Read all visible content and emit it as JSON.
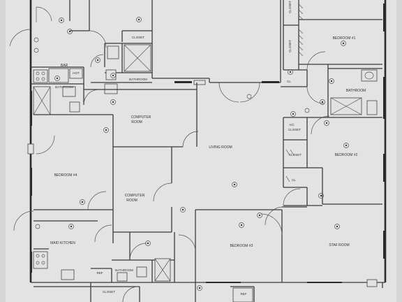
{
  "colors": {
    "paper": "#d4d4d4",
    "sheet": "#e4e4e4",
    "wall": "#3a3a3a",
    "label": "#333333"
  },
  "rooms": {
    "closet_top": "CLOSET",
    "closet_left_1": "CLOSET",
    "closet_left_2": "CLOSET",
    "bedroom_1": "BEDROOM #1",
    "cl_upper": "CL",
    "bathroom_right": "BATHROOM",
    "ac_closet_line1": "A/C",
    "ac_closet_line2": "CLOSET",
    "closet_right": "CLOSET",
    "cl_lower": "CL",
    "bedroom_2": "BEDROOM #2",
    "staff_room": "STAF ROOM",
    "bar": "BAR",
    "hot_1": "HOT",
    "bathroom_center": "BATHROOM",
    "bathroom_left": "BATHROOM",
    "computer_room_1_line1": "COMPUTER",
    "computer_room_1_line2": "ROOM",
    "living_room": "LIVING ROOM",
    "bedroom_4": "BEDROOM #4",
    "computer_room_2_line1": "COMPUTER",
    "computer_room_2_line2": "ROOM",
    "maid_kitchen": "MAID KITCHEN",
    "ref": "REF",
    "bathroom_bottom": "BATHROOM",
    "bedroom_3": "BEDROOM #3",
    "closet_bottom": "CLOSET",
    "ref_bottom": "REF"
  }
}
